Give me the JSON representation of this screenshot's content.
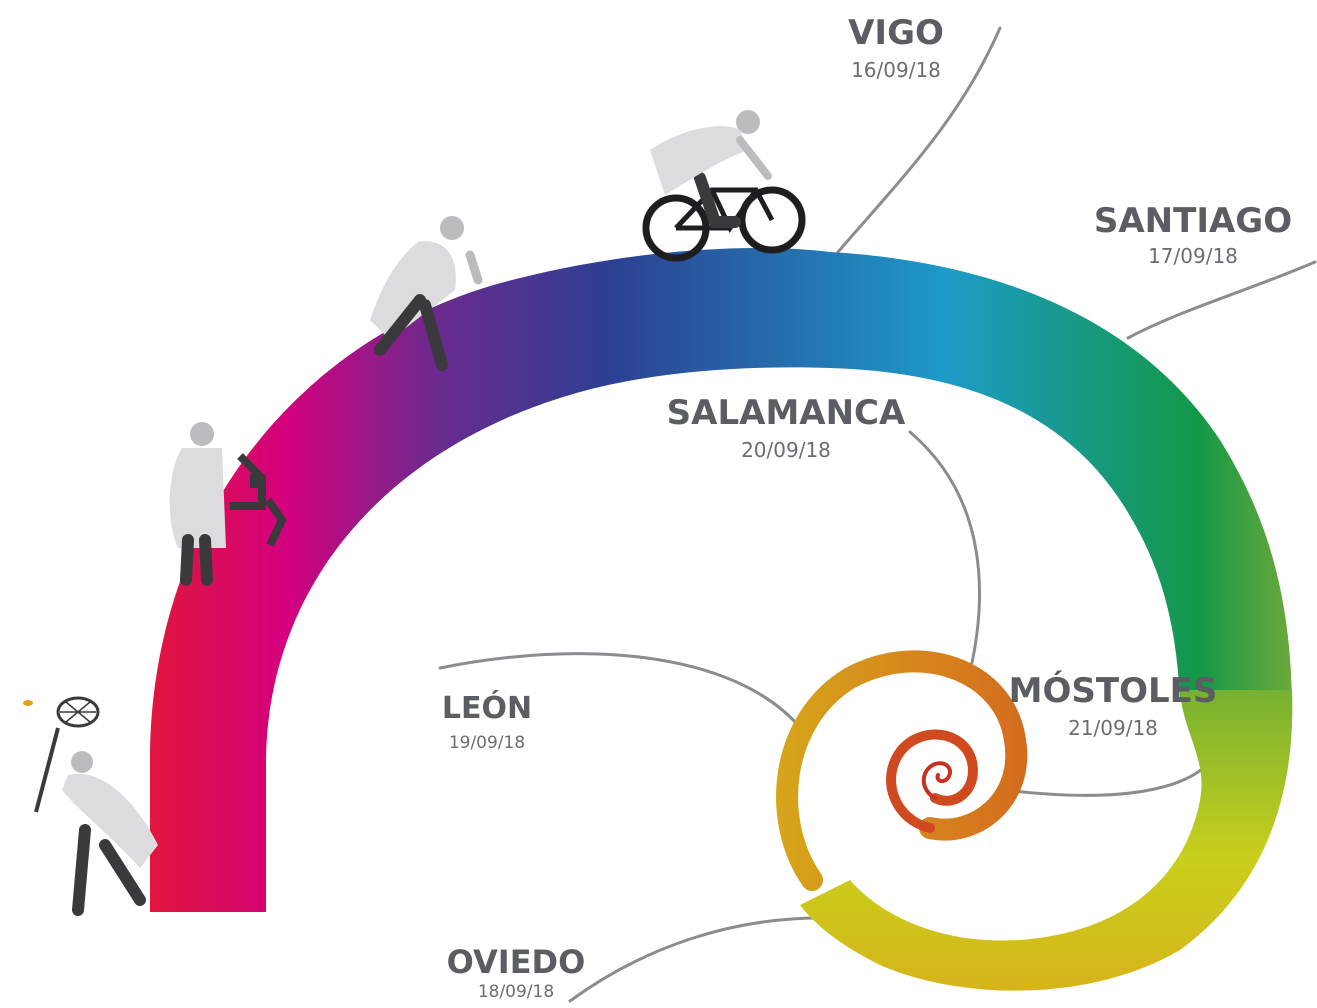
{
  "stops": [
    {
      "id": "vigo",
      "name": "VIGO",
      "date": "16/09/18"
    },
    {
      "id": "santiago",
      "name": "SANTIAGO",
      "date": "17/09/18"
    },
    {
      "id": "oviedo",
      "name": "OVIEDO",
      "date": "18/09/18"
    },
    {
      "id": "leon",
      "name": "LEÓN",
      "date": "19/09/18"
    },
    {
      "id": "salamanca",
      "name": "SALAMANCA",
      "date": "20/09/18"
    },
    {
      "id": "mostoles",
      "name": "MÓSTOLES",
      "date": "21/09/18"
    }
  ],
  "colors": {
    "label": "#5b5d62",
    "leader_line": "#8a8c90",
    "figure_dark": "#3a3a3c",
    "figure_coat": "#dcdcde",
    "gradient": [
      "#e0163c",
      "#d4007f",
      "#6b2a8e",
      "#2d3f92",
      "#1d9ac8",
      "#139848",
      "#8dbb2f",
      "#c9cf1c",
      "#d7a31c",
      "#d4661f",
      "#c8331f"
    ]
  },
  "figures": [
    {
      "name": "scientist-with-butterfly-net-icon"
    },
    {
      "name": "scientist-with-microscope-icon"
    },
    {
      "name": "scientist-running-icon"
    },
    {
      "name": "scientist-on-bicycle-icon"
    }
  ]
}
